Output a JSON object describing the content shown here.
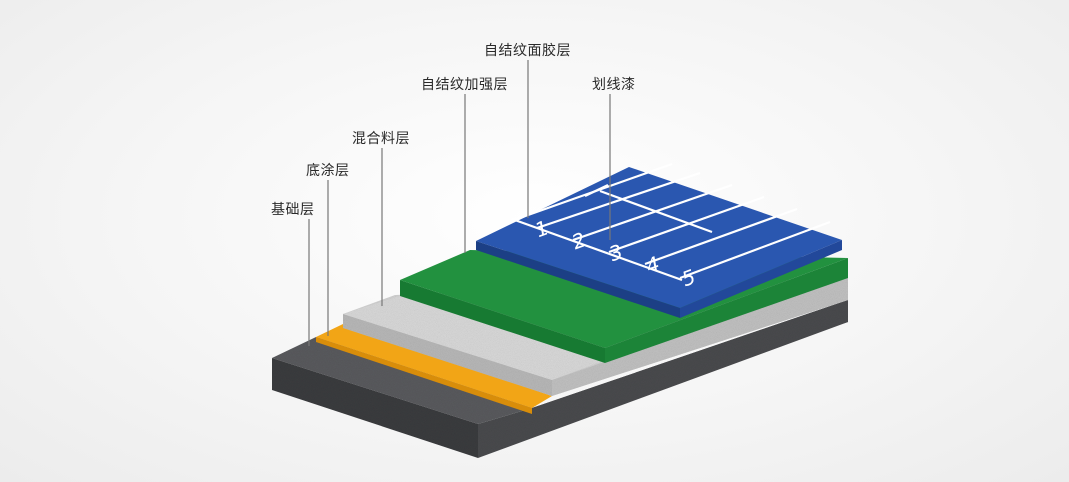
{
  "layers": {
    "base": {
      "label": "基础层",
      "color": "#4a4b4d"
    },
    "primer": {
      "label": "底涂层",
      "color": "#f0a214"
    },
    "mix": {
      "label": "混合料层",
      "color": "#c8c8c8"
    },
    "reinf": {
      "label": "自结纹加强层",
      "color": "#1f8a3a"
    },
    "surface": {
      "label": "自结纹面胶层",
      "color": "#1e4fa6"
    },
    "lines": {
      "label": "划线漆",
      "color": "#ffffff"
    }
  },
  "lane_numbers": [
    "1",
    "2",
    "3",
    "4",
    "5"
  ]
}
